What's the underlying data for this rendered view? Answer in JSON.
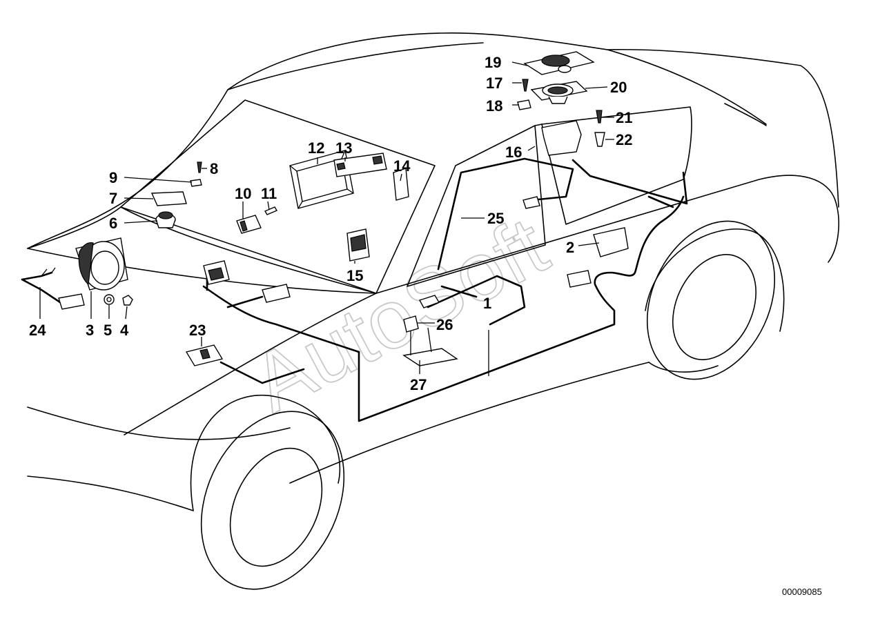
{
  "diagram": {
    "reference_number": "00009085",
    "watermark": "AutoSoft",
    "callouts": [
      "1",
      "2",
      "3",
      "4",
      "5",
      "6",
      "7",
      "8",
      "9",
      "10",
      "11",
      "12",
      "13",
      "14",
      "15",
      "16",
      "17",
      "18",
      "19",
      "20",
      "21",
      "22",
      "23",
      "24",
      "25",
      "26",
      "27"
    ]
  }
}
